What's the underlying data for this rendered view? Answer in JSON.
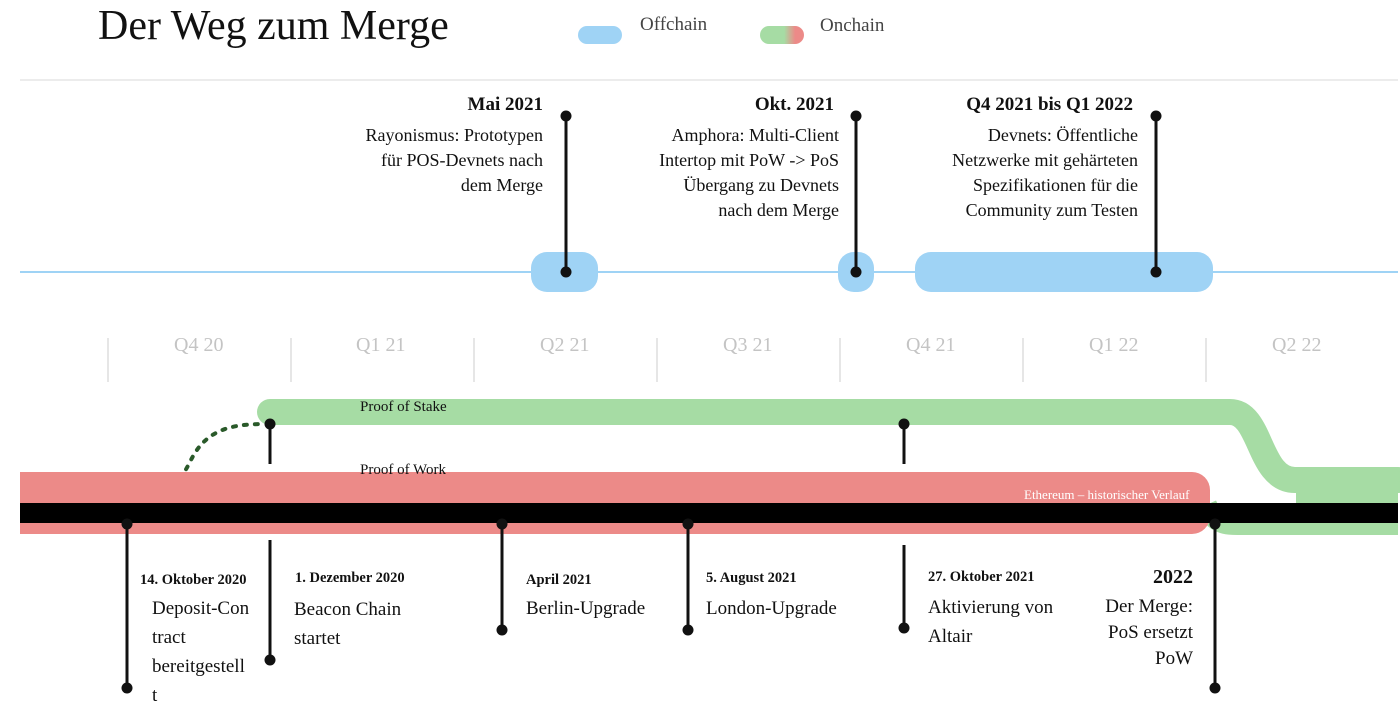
{
  "title": "Der Weg zum Merge",
  "legend": {
    "offchain": "Offchain",
    "onchain": "Onchain",
    "offchain_color": "#9fd3f5",
    "onchain_green": "#a6dca4",
    "onchain_red": "#ec8a88"
  },
  "quarters": [
    "Q4 20",
    "Q1 21",
    "Q2 21",
    "Q3 21",
    "Q4 21",
    "Q1 22",
    "Q2 22"
  ],
  "offchain_events": [
    {
      "date": "Mai 2021",
      "description": "Rayonismus: Prototypen\nfür POS-Devnets nach\ndem Merge"
    },
    {
      "date": "Okt. 2021",
      "description": "Amphora: Multi-Client\nIntertop mit PoW -> PoS\nÜbergang zu Devnets\nnach dem Merge"
    },
    {
      "date": "Q4 2021 bis Q1 2022",
      "description": "Devnets: Öffentliche\nNetzwerke mit gehärteten\nSpezifikationen für die\nCommunity zum Testen"
    }
  ],
  "tracks": {
    "pos": "Proof of Stake",
    "pow": "Proof of Work",
    "history": "Ethereum – historischer Verlauf"
  },
  "onchain_events": [
    {
      "date": "14. Oktober 2020",
      "description": "Deposit-Con\ntract\nbereitgestell\nt"
    },
    {
      "date": "1. Dezember 2020",
      "description": "Beacon Chain\nstartet"
    },
    {
      "date": "April 2021",
      "description": "Berlin-Upgrade"
    },
    {
      "date": "5. August 2021",
      "description": "London-Upgrade"
    },
    {
      "date": "27. Oktober 2021",
      "description": "Aktivierung von\nAltair"
    },
    {
      "date": "2022",
      "description": "Der Merge:\nPoS ersetzt\nPoW"
    }
  ]
}
